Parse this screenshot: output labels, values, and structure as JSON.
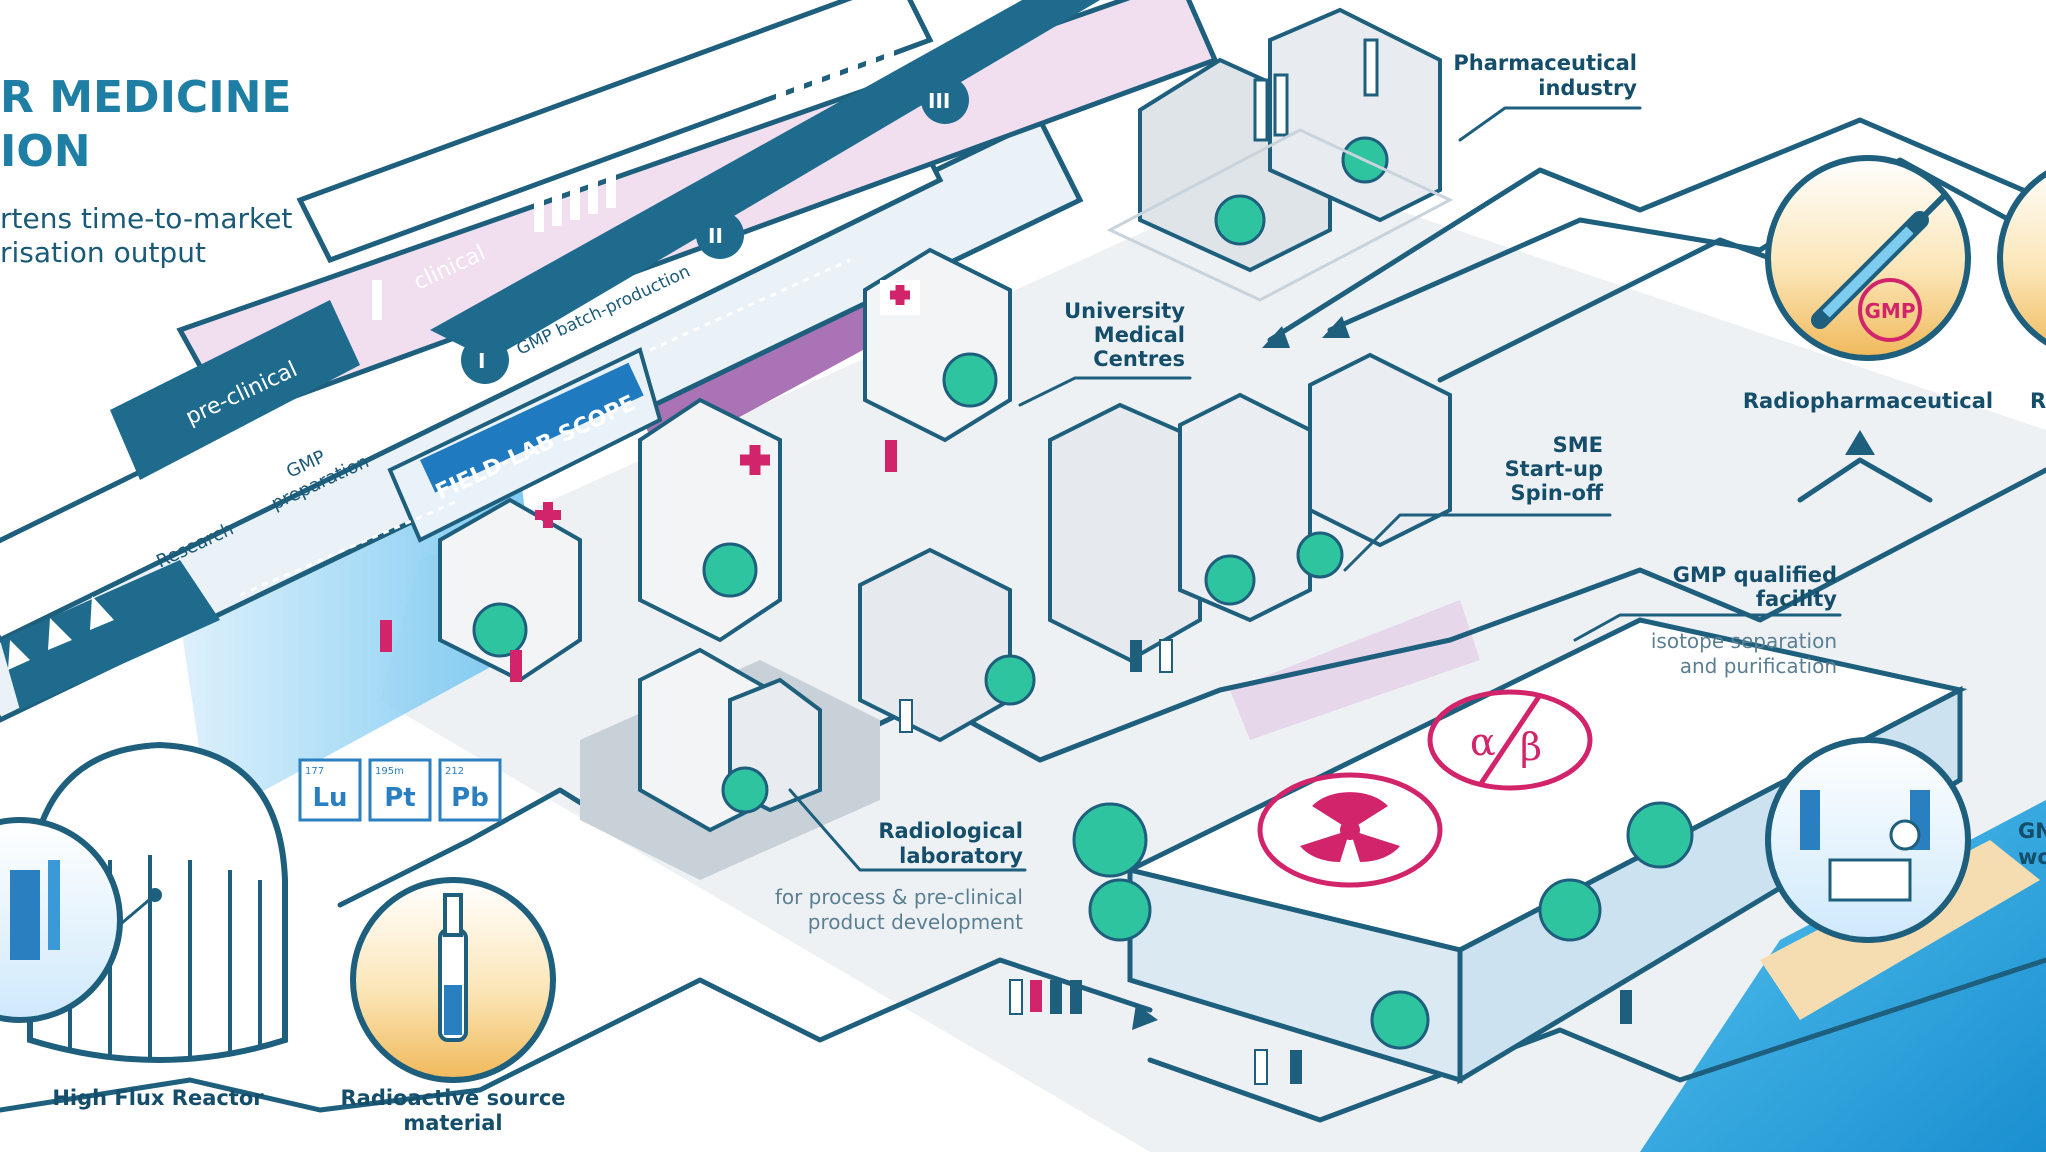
{
  "header": {
    "title_line1": "R MEDICINE",
    "title_line2": "ION",
    "subtitle_line1": "rtens time-to-market",
    "subtitle_line2": "risation output"
  },
  "pipeline": {
    "stage_pre_clinical": "pre-clinical",
    "stage_clinical": "clinical",
    "research": "Research",
    "gmp_preparation_1": "GMP",
    "gmp_preparation_2": "preparation",
    "gmp_batch": "GMP batch-production",
    "field_lab_scope": "FIELD-LAB SCOPE",
    "phase_1": "I",
    "phase_2": "II",
    "phase_3": "III"
  },
  "labels": {
    "pharma_1": "Pharmaceutical",
    "pharma_2": "industry",
    "umc_1": "University",
    "umc_2": "Medical",
    "umc_3": "Centres",
    "sme_1": "SME",
    "sme_2": "Start-up",
    "sme_3": "Spin-off",
    "gmp_fac_1": "GMP qualified",
    "gmp_fac_2": "facility",
    "gmp_fac_sub1": "isotope separation",
    "gmp_fac_sub2": "and purification",
    "radlab_1": "Radiological",
    "radlab_2": "laboratory",
    "radlab_sub1": "for process & pre-clinical",
    "radlab_sub2": "product development",
    "reactor": "High Flux Reactor",
    "source_1": "Radioactive source",
    "source_2": "material",
    "radiopharma": "Radiopharmaceutical",
    "radiopharma_cut": "R",
    "gmp_work_1": "GN",
    "gmp_work_2": "wo",
    "gmp_badge": "GMP",
    "alpha_beta_1": "α",
    "alpha_beta_2": "β"
  },
  "elements": [
    {
      "mass": "177",
      "symbol": "Lu"
    },
    {
      "mass": "195m",
      "symbol": "Pt"
    },
    {
      "mass": "212",
      "symbol": "Pb"
    }
  ],
  "colors": {
    "navy": "#1d5f7d",
    "teal": "#2ec4a0",
    "magenta": "#d1246a",
    "purple": "#9a5aa8",
    "light_blue": "#6cc3ec",
    "gold": "#f3c46c"
  }
}
